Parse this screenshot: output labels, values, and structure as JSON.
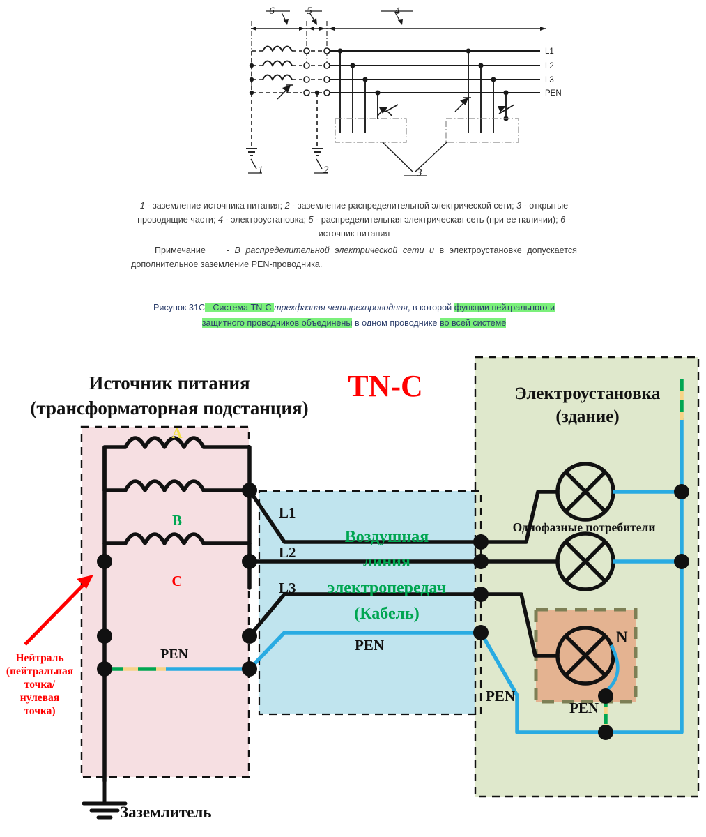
{
  "gost_figure": {
    "span_labels": [
      "6",
      "5",
      "4"
    ],
    "line_labels": [
      "L1",
      "L2",
      "L3",
      "PEN"
    ],
    "earth_labels": [
      "1",
      "2"
    ],
    "parts_label": "3"
  },
  "legend_caption": {
    "items": [
      {
        "num": "1",
        "text": " - заземление источника питания; "
      },
      {
        "num": "2",
        "text": " - заземление распределительной электрической сети; "
      },
      {
        "num": "3",
        "text": " - открытые проводящие части; "
      },
      {
        "num": "4",
        "text": " - электроустановка; "
      },
      {
        "num": "5",
        "text": " - распределительная электрическая сеть (при ее наличии); "
      },
      {
        "num": "6",
        "text": " - источник питания"
      }
    ]
  },
  "note_caption": {
    "label": "Примечание",
    "dash": "-",
    "italic_part": "В распределительной электрической сети и",
    "rest": " в электроустановке допускается дополнительное заземление PEN-проводника."
  },
  "figure_caption": {
    "prefix": "Рисунок 31С",
    "seg_system": " - Система TN-C ",
    "seg_italic": "трехфазная четырехпроводная",
    "seg_mid": ", в которой ",
    "seg_hl2": "функции нейтрального и защитного проводников объединены",
    "seg_mid2": " в одном проводнике ",
    "seg_hl3": "во всей системе"
  },
  "main": {
    "system_title": "TN-C",
    "system_title_color": "#ff0000",
    "source": {
      "title_line1": "Источник питания",
      "title_line2": "(трансформаторная подстанция)",
      "panel_color": "#f6dfe2",
      "windings": [
        {
          "label": "A",
          "color": "#f4e04d"
        },
        {
          "label": "B",
          "color": "#00a651"
        },
        {
          "label": "C",
          "color": "#ff0000"
        }
      ],
      "pen_label": "PEN",
      "neutral_note": [
        "Нейтраль",
        "(нейтральная",
        "точка/",
        "нулевая",
        "точка)"
      ],
      "neutral_note_color": "#ff0000",
      "earth_label": "Заземлитель"
    },
    "line": {
      "panel_color": "#c0e4ee",
      "conductor_labels": [
        "L1",
        "L2",
        "L3"
      ],
      "pen_label": "PEN",
      "title_lines": [
        "Воздушная",
        "линия",
        "электропередач",
        "(Кабель)"
      ],
      "title_color": "#00a651"
    },
    "installation": {
      "title_line1": "Электроустановка",
      "title_line2": "(здание)",
      "panel_color": "#dfe8cc",
      "loads_label": "Однофазные потребители",
      "box_color": "#e4b391",
      "n_label": "N",
      "pen_label_left": "PEN",
      "pen_label_box": "PEN"
    },
    "colors": {
      "wire_black": "#111111",
      "wire_blue": "#29abe2",
      "pe_green": "#00a651",
      "pe_yellow": "#f6d488"
    }
  }
}
